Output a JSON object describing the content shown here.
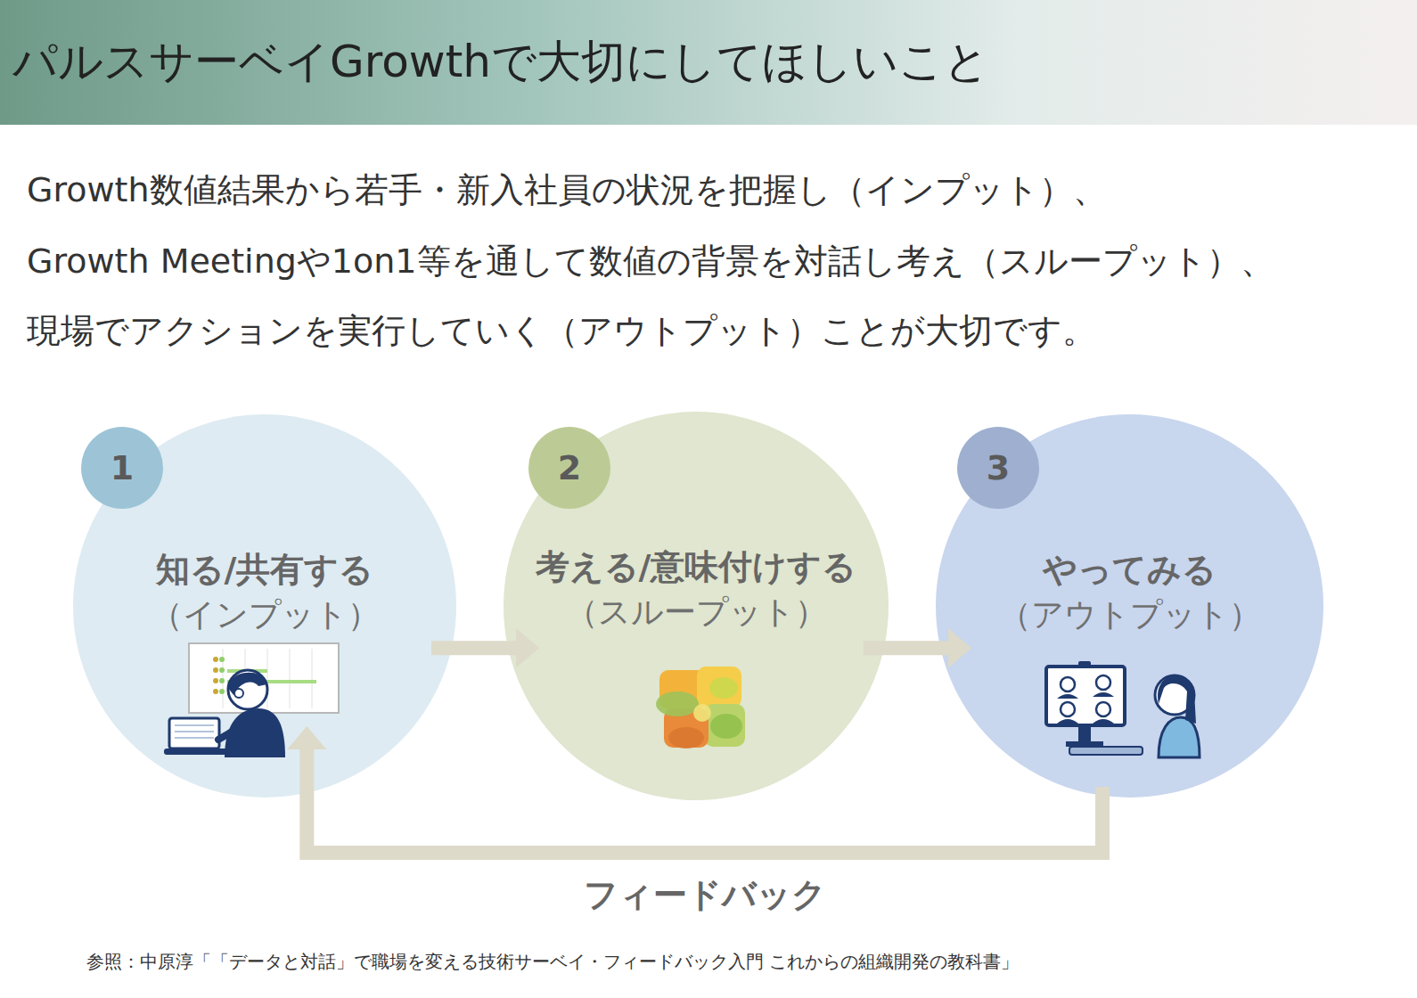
{
  "diagram": {
    "title": "パルスサーベイGrowthで大切にしてほしいこと",
    "caption": "参照：中原淳「「データと対話」で職場を変える技術サーベイ・フィードバック入門 これからの組織開発の教科書」",
    "nodes": [
      {
        "text": [
          "知る/共有する",
          "（インプット）"
        ]
      },
      {
        "text": [
          "1"
        ],
        "in": 0
      },
      {
        "text": [
          "考える/意味付けする",
          "（スループット）"
        ]
      },
      {
        "text": [
          "2"
        ],
        "in": 2
      },
      {
        "text": [
          "やってみる",
          "（アウトプット）"
        ]
      },
      {
        "text": [
          "3"
        ],
        "in": 4
      }
    ],
    "edges": [
      {
        "from": 0,
        "to": 2,
        "arrow": "to"
      },
      {
        "from": 2,
        "to": 4,
        "arrow": "to"
      },
      {
        "from": 4,
        "to": 0,
        "label": "フィードバック",
        "arrow": "to"
      }
    ],
    "labels": [
      "Growth数値結果から若手・新入社員の状況を把握し（インプット）、",
      "Growth Meetingや1on1等を通して数値の背景を対話し考え（スループット）、",
      "現場でアクションを実行していく（アウトプット）ことが大切です。"
    ]
  }
}
